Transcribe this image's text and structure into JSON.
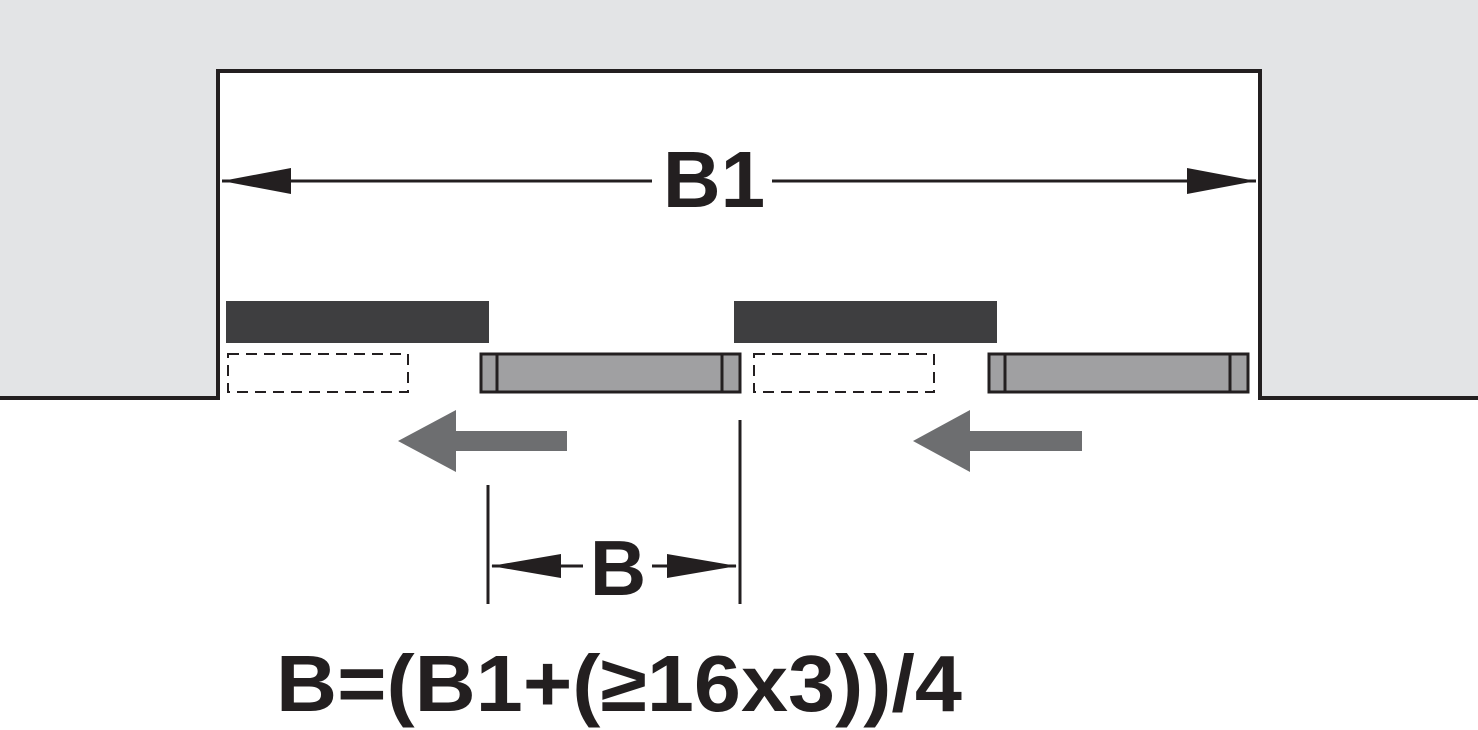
{
  "labels": {
    "overall_width": "B1",
    "panel_width": "B",
    "formula": "B=(B1+(≥16x3))/4"
  },
  "colors": {
    "wall": "#e3e4e6",
    "opening": "#ffffff",
    "outline": "#231f20",
    "fixed_panel": "#3e3e40",
    "sliding_panel": "#a0a0a2",
    "motion_arrow": "#6d6e70"
  },
  "icons": {
    "motion": "arrow-left-icon"
  }
}
